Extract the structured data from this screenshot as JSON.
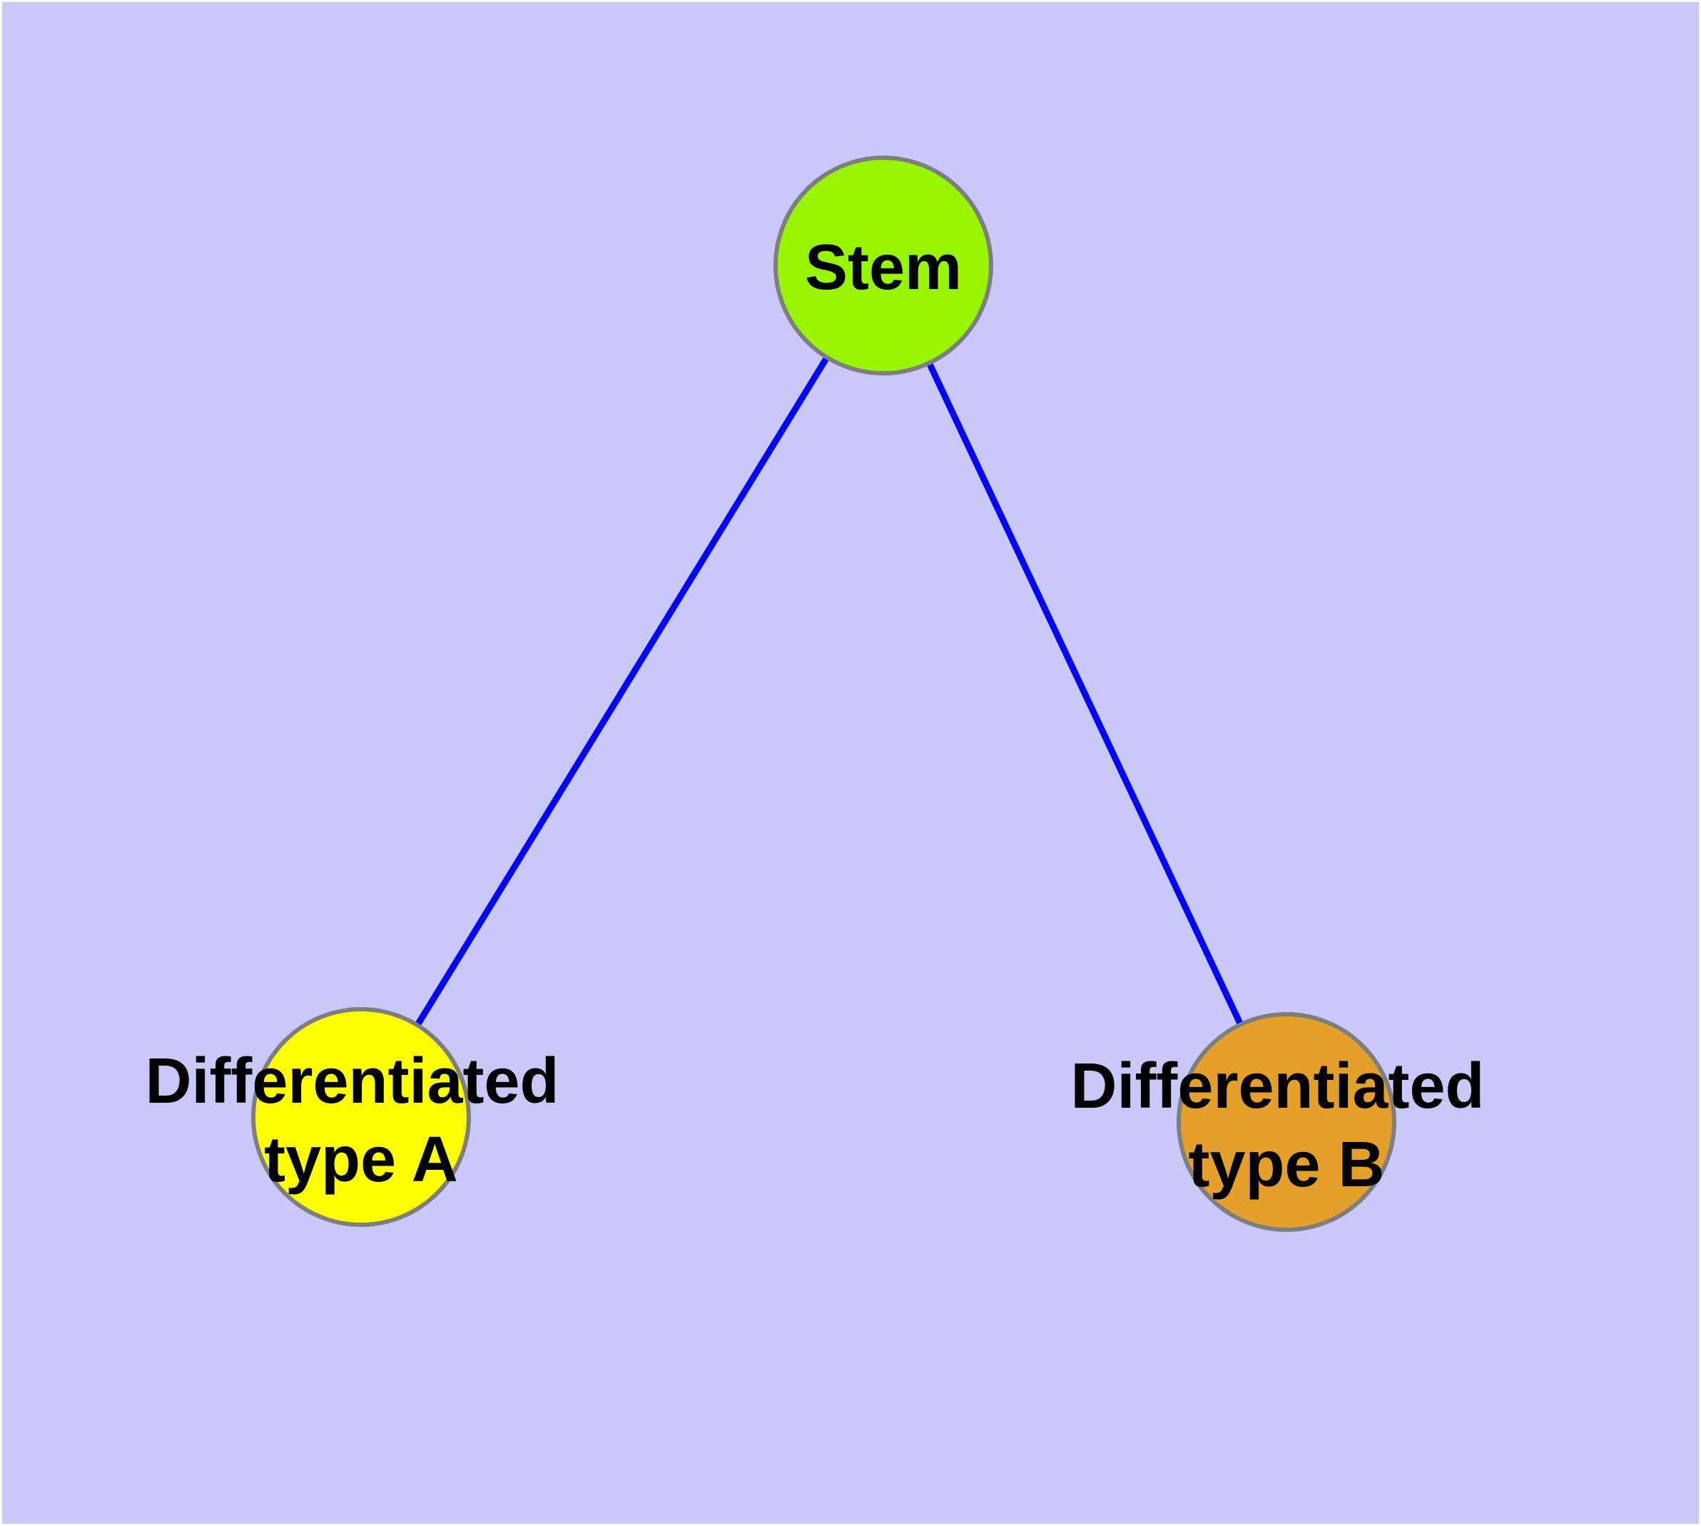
{
  "diagram": {
    "type": "node-link-graph",
    "background_color": "#C9C9F9",
    "edge_color": "#0000FF",
    "node_border_color": "#7E7E7E",
    "label_color": "#000000",
    "nodes": [
      {
        "id": "stem",
        "label": "Stem",
        "label_lines": [
          "Stem"
        ],
        "fill": "#98F500"
      },
      {
        "id": "differentiated-type-a",
        "label": "Differentiated type A",
        "label_lines": [
          "Differentiated",
          "type A"
        ],
        "fill": "#FFFF00"
      },
      {
        "id": "differentiated-type-b",
        "label": "Differentiated type B",
        "label_lines": [
          "Differentiated",
          "type B"
        ],
        "fill": "#E4A02B"
      }
    ],
    "edges": [
      {
        "from": "Stem",
        "to": "Differentiated type A"
      },
      {
        "from": "Stem",
        "to": "Differentiated type B"
      }
    ]
  }
}
